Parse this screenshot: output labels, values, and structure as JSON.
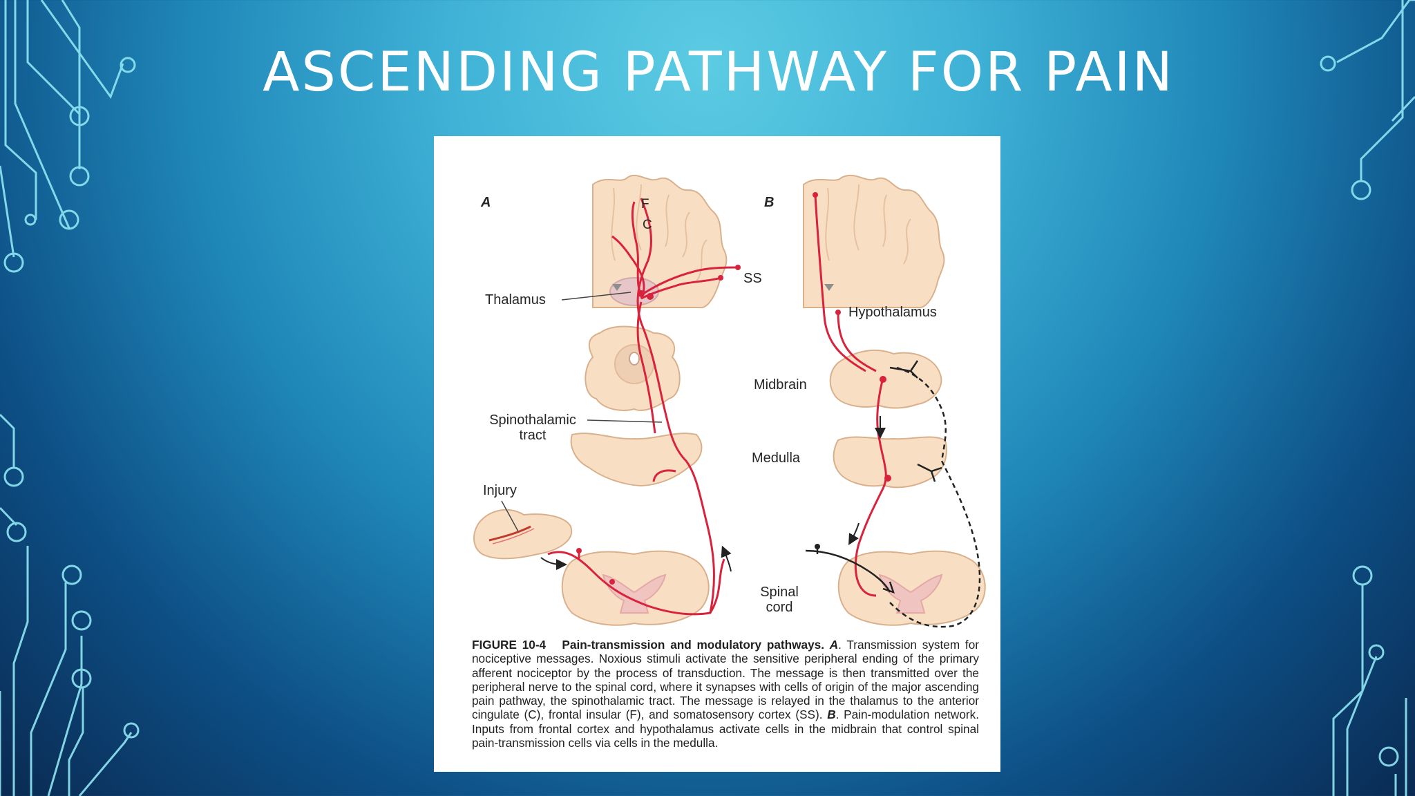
{
  "slide": {
    "title": "ASCENDING PATHWAY FOR PAIN"
  },
  "figure": {
    "panel_a": "A",
    "panel_b": "B",
    "labels": {
      "f": "F",
      "c": "C",
      "ss": "SS",
      "thalamus": "Thalamus",
      "spinothalamic_line1": "Spinothalamic",
      "spinothalamic_line2": "tract",
      "injury": "Injury",
      "hypothalamus": "Hypothalamus",
      "midbrain": "Midbrain",
      "medulla": "Medulla",
      "spinal_line1": "Spinal",
      "spinal_line2": "cord"
    },
    "caption": {
      "figure_number": "FIGURE 10-4",
      "caption_title": "Pain-transmission and modulatory pathways.",
      "ref_a": "A",
      "text_a": ". Transmission system for nociceptive messages. Noxious stimuli activate the sensitive peripheral ending of the primary afferent nociceptor by the process of transduction. The message is then transmitted over the peripheral nerve to the spinal cord, where it synapses with cells of origin of the major ascending pain pathway, the spinothalamic tract. The message is relayed in the thalamus to the anterior cingulate (C), frontal insular (F), and somatosensory cortex (SS).",
      "ref_b": "B",
      "text_b": ". Pain-modulation network. Inputs from frontal cortex and hypothalamus activate cells in the midbrain that control spinal pain-transmission cells via cells in the medulla."
    }
  },
  "colors": {
    "pathway": "#d9223c",
    "tissue": "#f7dcc0",
    "tissue_edge": "#d9b08c"
  }
}
